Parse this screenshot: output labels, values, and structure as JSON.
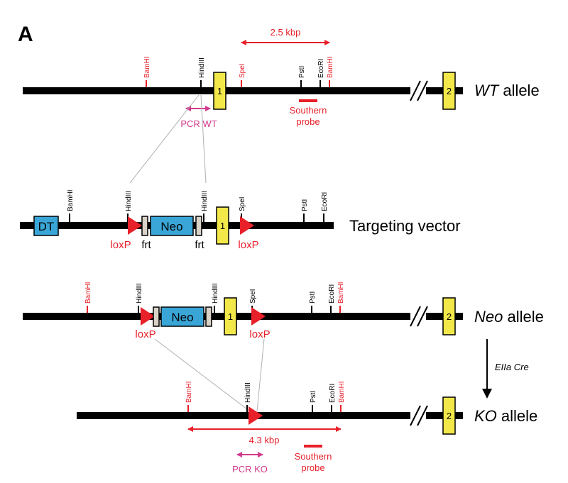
{
  "panel_label": "A",
  "sites": {
    "bamhi": "BamHI",
    "hindiii": "HindIII",
    "spei": "SpeI",
    "psti": "PstI",
    "ecori": "EcoRI"
  },
  "elements": {
    "exon1": "1",
    "exon2": "2",
    "dt": "DT",
    "neo": "Neo",
    "loxp": "loxP",
    "frt": "frt"
  },
  "alleles": {
    "wt_italic": "WT",
    "wt_rest": " allele",
    "vector": "Targeting vector",
    "neo_italic": "Neo",
    "neo_rest": " allele",
    "ko_italic": "KO",
    "ko_rest": " allele"
  },
  "annotations": {
    "wt_fragment": "2.5 kbp",
    "ko_fragment": "4.3 kbp",
    "southern_line1": "Southern",
    "southern_line2": "probe",
    "pcr_wt": "PCR WT",
    "pcr_ko": "PCR KO",
    "cre": "EIIa Cre"
  },
  "colors": {
    "restriction_red": "#e8202a",
    "pcr_pink": "#d23a8c",
    "exon_yellow": "#f2e84a",
    "cassette_blue": "#3aa6d8",
    "frt_gray": "#d9d2c8"
  }
}
